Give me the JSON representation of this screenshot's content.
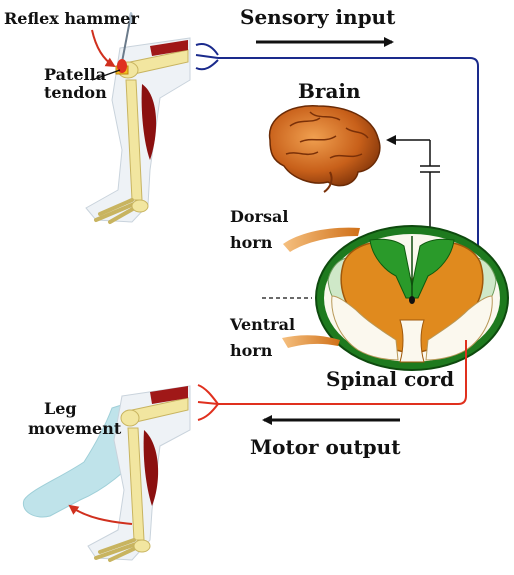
{
  "labels": {
    "reflex_hammer": "Reflex hammer",
    "patella_line1": "Patella",
    "patella_line2": "tendon",
    "sensory_input": "Sensory input",
    "brain": "Brain",
    "dorsal_line1": "Dorsal",
    "dorsal_line2": "horn",
    "ventral_line1": "Ventral",
    "ventral_line2": "horn",
    "spinal_cord": "Spinal cord",
    "leg_line1": "Leg",
    "leg_line2": "movement",
    "motor_output": "Motor output"
  },
  "colors": {
    "sensory_nerve": "#1a2a8c",
    "motor_nerve": "#e0301e",
    "bone": "#f2e6a0",
    "muscle": "#8b1010",
    "grey_matter": "#e08a1e",
    "white_matter": "#1e7a1e",
    "brain": "#c8601a",
    "leg_ghost": "#bfe3ea"
  },
  "icons": {
    "brain": "brain-icon",
    "spinal_cord": "spinal-cord-cross-section-icon",
    "leg_upper": "leg-skeleton-icon",
    "leg_lower": "leg-skeleton-icon",
    "hammer": "reflex-hammer-icon"
  }
}
